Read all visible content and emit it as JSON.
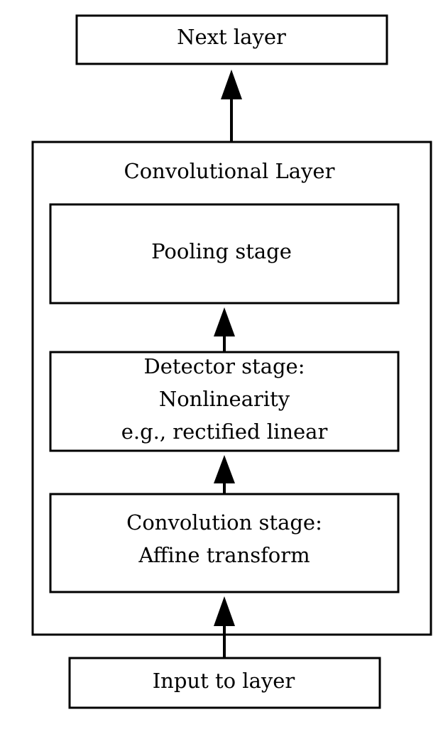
{
  "diagram": {
    "next_layer": "Next layer",
    "conv_layer_title": "Convolutional Layer",
    "pooling": "Pooling stage",
    "detector": {
      "line1": "Detector stage:",
      "line2": "Nonlinearity",
      "line3": "e.g., rectified linear"
    },
    "convolution": {
      "line1": "Convolution stage:",
      "line2": "Affine transform"
    },
    "input": "Input to layer"
  }
}
